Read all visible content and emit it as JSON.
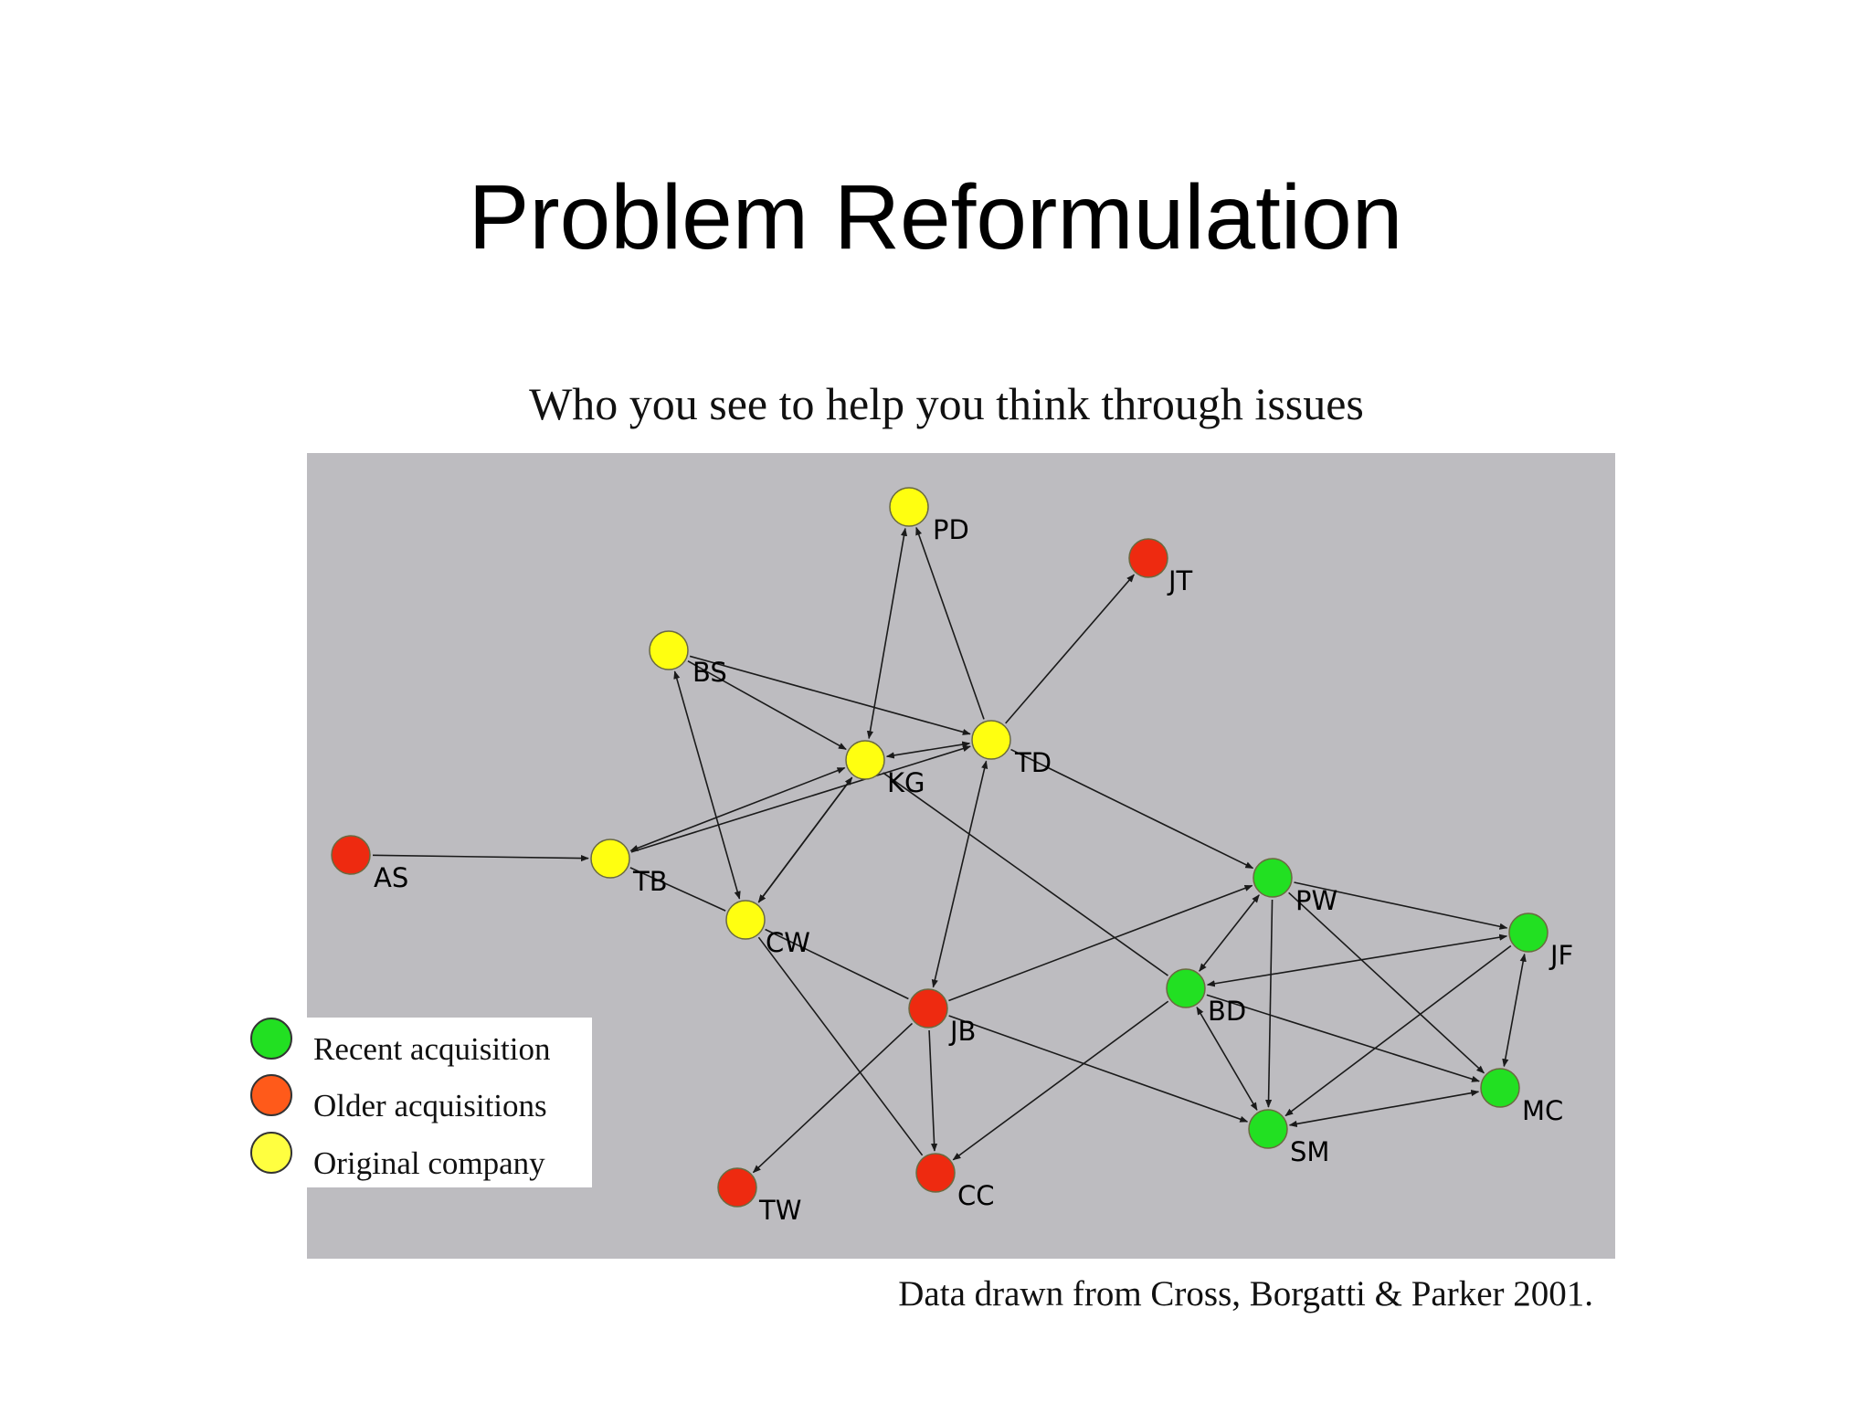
{
  "slide": {
    "title": "Problem Reformulation"
  },
  "figure": {
    "title": "Who you see to help you think through issues",
    "caption": "Data drawn from Cross, Borgatti & Parker 2001."
  },
  "legend": {
    "items": [
      {
        "label": "Recent acquisition",
        "group": "recent"
      },
      {
        "label": "Older acquisitions",
        "group": "older"
      },
      {
        "label": "Original company",
        "group": "original"
      }
    ]
  },
  "colors": {
    "panel_bg": "#bdbcc0",
    "edge": "#1a1a1a",
    "recent": "#22e022",
    "older": "#ee2a10",
    "original": "#ffff10",
    "legend_older": "#ff5a1a",
    "legend_original": "#ffff40"
  },
  "network": {
    "nodes": [
      {
        "id": "PD",
        "label": "PD",
        "group": "original"
      },
      {
        "id": "JT",
        "label": "JT",
        "group": "older"
      },
      {
        "id": "BS",
        "label": "BS",
        "group": "original"
      },
      {
        "id": "TD",
        "label": "TD",
        "group": "original"
      },
      {
        "id": "KG",
        "label": "KG",
        "group": "original"
      },
      {
        "id": "AS",
        "label": "AS",
        "group": "older"
      },
      {
        "id": "TB",
        "label": "TB",
        "group": "original"
      },
      {
        "id": "CW",
        "label": "CW",
        "group": "original"
      },
      {
        "id": "JB",
        "label": "JB",
        "group": "older"
      },
      {
        "id": "PW",
        "label": "PW",
        "group": "recent"
      },
      {
        "id": "JF",
        "label": "JF",
        "group": "recent"
      },
      {
        "id": "BD",
        "label": "BD",
        "group": "recent"
      },
      {
        "id": "MC",
        "label": "MC",
        "group": "recent"
      },
      {
        "id": "SM",
        "label": "SM",
        "group": "recent"
      },
      {
        "id": "TW",
        "label": "TW",
        "group": "older"
      },
      {
        "id": "CC",
        "label": "CC",
        "group": "older"
      }
    ],
    "edges": [
      {
        "from": "PD",
        "to": "KG",
        "dir": "both"
      },
      {
        "from": "TD",
        "to": "PD",
        "dir": "forward"
      },
      {
        "from": "TD",
        "to": "JT",
        "dir": "forward"
      },
      {
        "from": "BS",
        "to": "KG",
        "dir": "forward"
      },
      {
        "from": "BS",
        "to": "TD",
        "dir": "forward"
      },
      {
        "from": "BS",
        "to": "CW",
        "dir": "both"
      },
      {
        "from": "TD",
        "to": "KG",
        "dir": "both"
      },
      {
        "from": "TB",
        "to": "KG",
        "dir": "both"
      },
      {
        "from": "TB",
        "to": "TD",
        "dir": "forward"
      },
      {
        "from": "AS",
        "to": "TB",
        "dir": "forward"
      },
      {
        "from": "TB",
        "to": "CW",
        "dir": "none"
      },
      {
        "from": "CW",
        "to": "KG",
        "dir": "both"
      },
      {
        "from": "KG",
        "to": "CW",
        "dir": "forward"
      },
      {
        "from": "TD",
        "to": "JB",
        "dir": "both"
      },
      {
        "from": "TD",
        "to": "PW",
        "dir": "forward"
      },
      {
        "from": "KG",
        "to": "BD",
        "dir": "none"
      },
      {
        "from": "CW",
        "to": "JB",
        "dir": "none"
      },
      {
        "from": "CW",
        "to": "CC",
        "dir": "none"
      },
      {
        "from": "JB",
        "to": "PW",
        "dir": "forward"
      },
      {
        "from": "JB",
        "to": "TW",
        "dir": "forward"
      },
      {
        "from": "JB",
        "to": "CC",
        "dir": "forward"
      },
      {
        "from": "JB",
        "to": "SM",
        "dir": "forward"
      },
      {
        "from": "PW",
        "to": "JF",
        "dir": "forward"
      },
      {
        "from": "PW",
        "to": "BD",
        "dir": "both"
      },
      {
        "from": "PW",
        "to": "SM",
        "dir": "forward"
      },
      {
        "from": "PW",
        "to": "MC",
        "dir": "forward"
      },
      {
        "from": "JF",
        "to": "BD",
        "dir": "both"
      },
      {
        "from": "JF",
        "to": "MC",
        "dir": "both"
      },
      {
        "from": "JF",
        "to": "SM",
        "dir": "forward"
      },
      {
        "from": "BD",
        "to": "MC",
        "dir": "forward"
      },
      {
        "from": "BD",
        "to": "SM",
        "dir": "both"
      },
      {
        "from": "BD",
        "to": "CC",
        "dir": "forward"
      },
      {
        "from": "MC",
        "to": "SM",
        "dir": "both"
      }
    ]
  }
}
